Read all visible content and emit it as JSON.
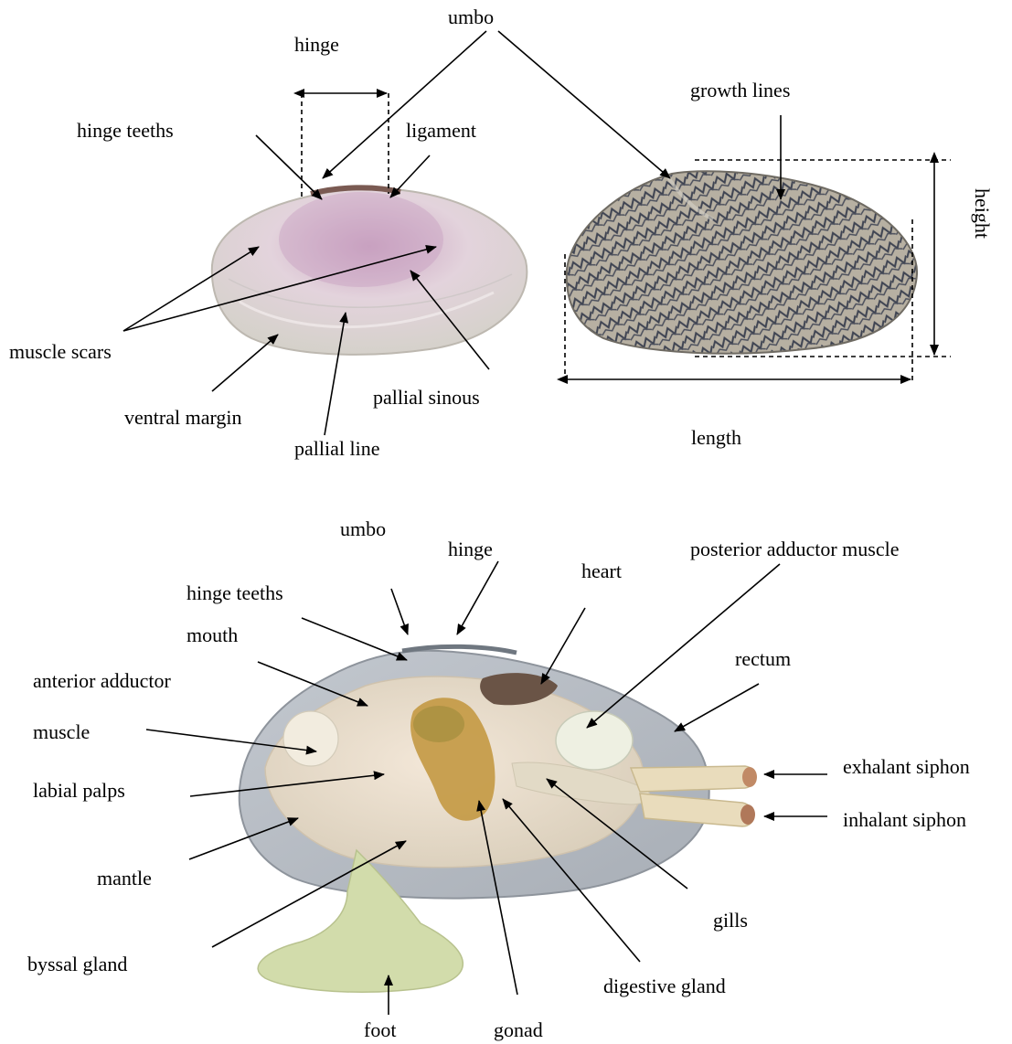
{
  "top_labels": {
    "umbo": "umbo",
    "hinge": "hinge",
    "growth_lines": "growth lines",
    "hinge_teeths": "hinge teeths",
    "ligament": "ligament",
    "height": "height",
    "muscle_scars": "muscle scars",
    "ventral_margin": "ventral margin",
    "pallial_sinous": "pallial sinous",
    "pallial_line": "pallial line",
    "length": "length"
  },
  "bottom_labels": {
    "umbo": "umbo",
    "hinge": "hinge",
    "posterior_adductor_muscle": "posterior adductor muscle",
    "heart": "heart",
    "hinge_teeths": "hinge teeths",
    "mouth": "mouth",
    "anterior_adductor": "anterior adductor",
    "rectum": "rectum",
    "muscle": "muscle",
    "exhalant_siphon": "exhalant siphon",
    "labial_palps": "labial palps",
    "inhalant_siphon": "inhalant siphon",
    "mantle": "mantle",
    "gills": "gills",
    "byssal_gland": "byssal gland",
    "digestive_gland": "digestive gland",
    "foot": "foot",
    "gonad": "gonad"
  },
  "colors": {
    "shell_interior": "#e2d6dc",
    "shell_exterior": "#9a9386",
    "shell_pattern": "#3f4452",
    "tissue": "#ece0cc",
    "gonad": "#c49a45",
    "heart": "#6a5446",
    "foot": "#d2dcab",
    "siphon": "#e9dcbc"
  }
}
